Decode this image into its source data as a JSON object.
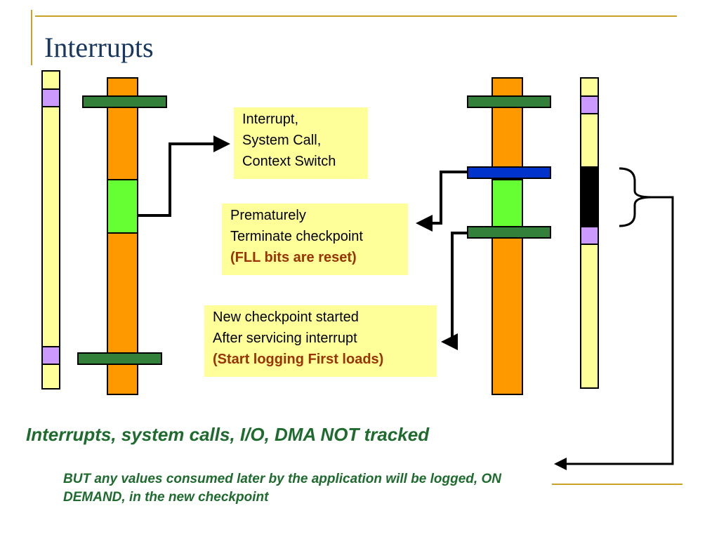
{
  "title": "Interrupts",
  "callouts": {
    "interrupt": {
      "line1": "Interrupt,",
      "line2": "System Call,",
      "line3": "Context Switch"
    },
    "terminate": {
      "line1": "Prematurely",
      "line2": "Terminate checkpoint",
      "line3": "(FLL bits are reset)"
    },
    "new_checkpoint": {
      "line1": "New checkpoint started",
      "line2": "After servicing interrupt",
      "line3": "(Start logging First loads)"
    }
  },
  "caption_main": "Interrupts, system calls, I/O, DMA NOT tracked",
  "caption_sub": "BUT any values consumed later by the application will be logged, ON DEMAND, in the new checkpoint",
  "colors": {
    "timeline": "#ffff99",
    "thread": "#ff9900",
    "checkpoint_marker": "#cc99ff",
    "interrupt_region": "#66ff33",
    "checkpoint_boundary": "#33803a",
    "terminated_boundary": "#0033cc",
    "accent_red": "#993300",
    "caption_green": "#1e6b2e",
    "rule_gold": "#c9a227"
  }
}
